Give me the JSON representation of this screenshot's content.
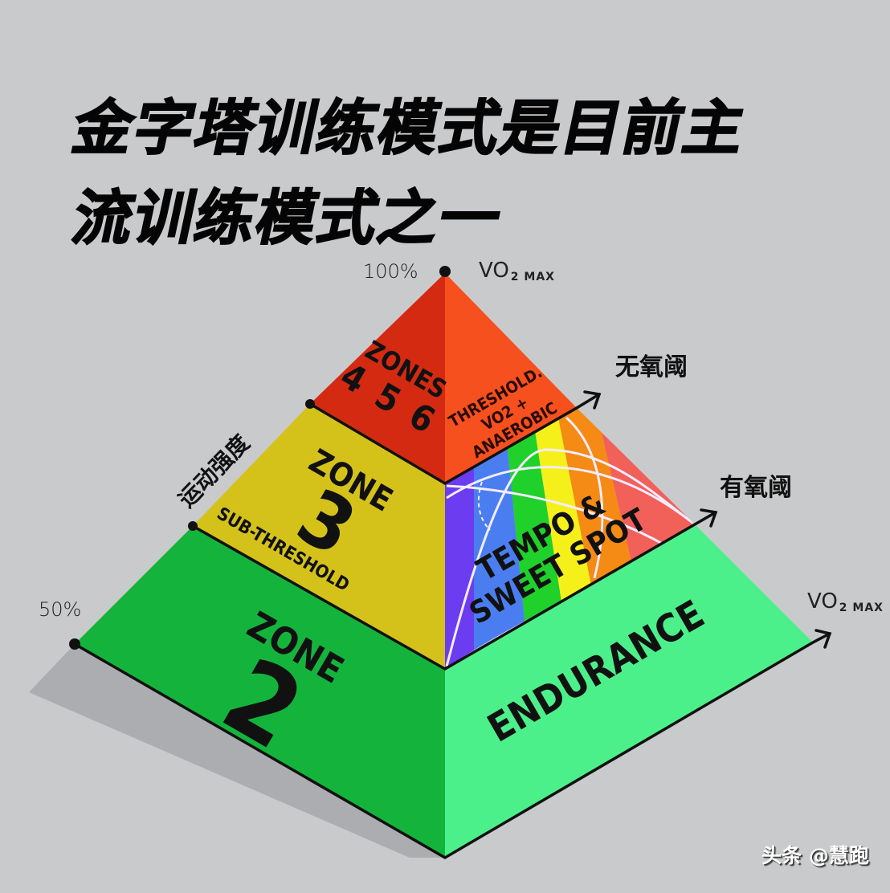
{
  "title": {
    "line1": "金字塔训练模式是目前主",
    "line2": "流训练模式之一"
  },
  "labels": {
    "top_percent": "100%",
    "bottom_percent": "50%",
    "vo2max_top": "VO",
    "vo2max_top_sub": "2 MAX",
    "vo2max_bottom": "VO",
    "vo2max_bottom_sub": "2 MAX",
    "anaerobic_threshold": "无氧阈",
    "aerobic_threshold": "有氧阈",
    "intensity_axis": "运动强度"
  },
  "tiers": {
    "top_left": {
      "line1": "ZONES",
      "line2": "4 5 6",
      "color": "#d42a12"
    },
    "top_right": {
      "line1": "THRESHOLD.",
      "line2": "VO2 +",
      "line3": "ANAEROBIC",
      "color": "#f5501e"
    },
    "mid_left": {
      "line1": "ZONE",
      "line2": "3",
      "line3": "SUB-THRESHOLD",
      "color": "#d4c21a"
    },
    "mid_right": {
      "line1": "TEMPO &",
      "line2": "SWEET SPOT",
      "rainbow": [
        "#6b3cf0",
        "#4a7ef0",
        "#1fd12a",
        "#f5f01a",
        "#f58a14",
        "#f2605a"
      ]
    },
    "bottom_left": {
      "line1": "ZONE",
      "line2": "2",
      "color": "#14b43c"
    },
    "bottom_right": {
      "line1": "ENDURANCE",
      "color": "#4cf08a"
    }
  },
  "watermark": "头条 @慧跑",
  "colors": {
    "background": "#c9cacc",
    "shadow": "#a9aaad",
    "outline": "#111111"
  }
}
